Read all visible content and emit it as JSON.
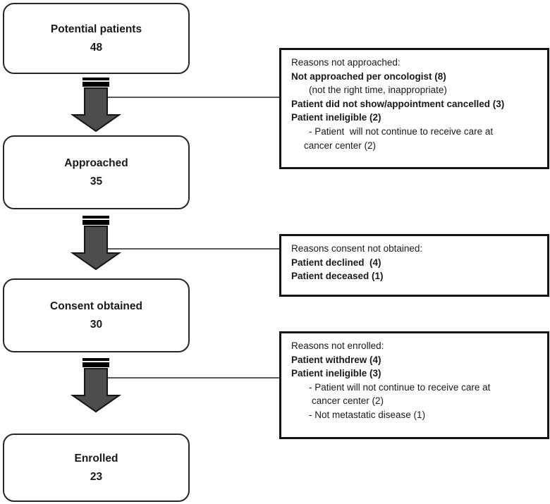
{
  "diagram": {
    "flow_boxes": [
      {
        "label": "Potential patients",
        "count": "48"
      },
      {
        "label": "Approached",
        "count": "35"
      },
      {
        "label": "Consent obtained",
        "count": "30"
      },
      {
        "label": "Enrolled",
        "count": "23"
      }
    ],
    "reason_boxes": [
      {
        "lines": [
          "Reasons not approached:",
          "Not approached per oncologist (8)",
          "(not the right time, inappropriate)",
          "Patient did not show/appointment cancelled (3)",
          "Patient ineligible (2)",
          "- Patient  will not continue to receive care at",
          "cancer center (2)"
        ]
      },
      {
        "lines": [
          "Reasons consent not obtained:",
          "Patient declined  (4)",
          "Patient deceased (1)"
        ]
      },
      {
        "lines": [
          "Reasons not enrolled:",
          "Patient withdrew (4)",
          "Patient ineligible (3)",
          "- Patient will not continue to receive care at",
          "cancer center (2)",
          "- Not metastatic disease (1)"
        ]
      }
    ],
    "colors": {
      "background": "#ffffff",
      "box_border": "#262626",
      "reason_box_border": "#141414",
      "arrow_fill": "#4d4d4d",
      "arrow_outline": "#141414",
      "text": "#191919"
    }
  }
}
